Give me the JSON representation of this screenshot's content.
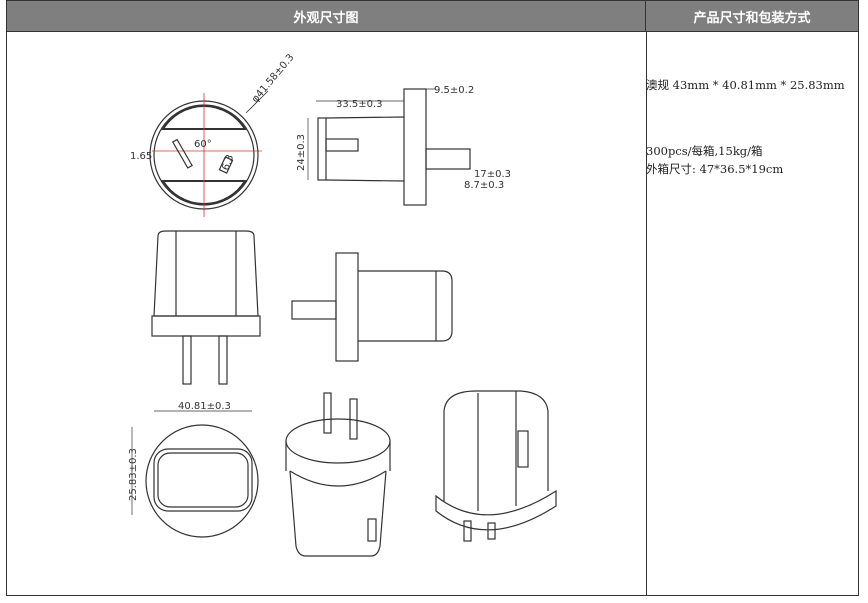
{
  "header": {
    "left": "外观尺寸图",
    "right": "产品尺寸和包装方式"
  },
  "info": {
    "size": "澳规 43mm * 40.81mm * 25.83mm",
    "packing": "300pcs/每箱,15kg/箱",
    "carton": "外箱尺寸: 47*36.5*19cm"
  },
  "dims": {
    "diameter": "φ41.58±0.3",
    "slot_width": "1.65",
    "angle": "60°",
    "slot_len": "6.3",
    "length": "33.5±0.3",
    "flange": "9.5±0.2",
    "height": "24±0.3",
    "pin_len": "17±0.3",
    "pin_part": "8.7±0.3",
    "width": "40.81±0.3",
    "depth": "25.83±0.3"
  }
}
